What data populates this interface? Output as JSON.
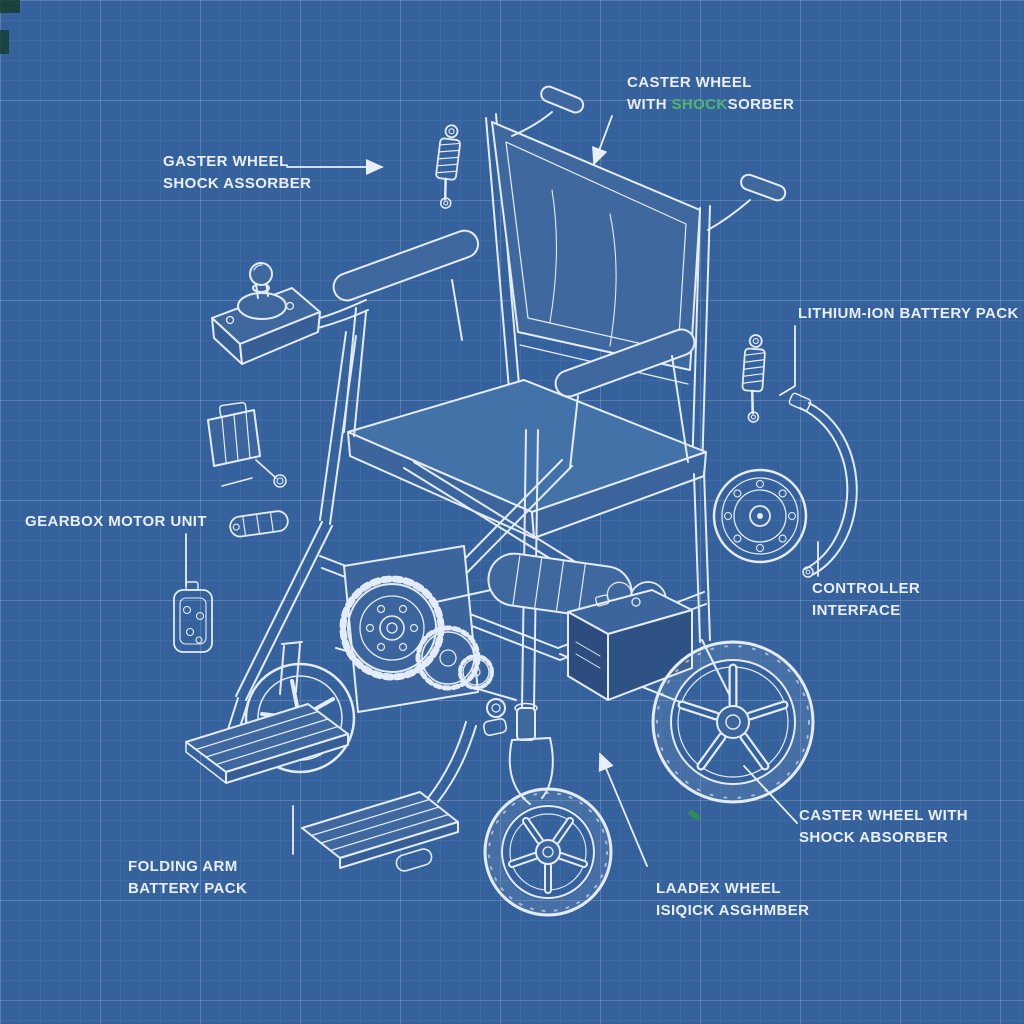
{
  "colors": {
    "background": "#35619c",
    "line": "#e3ecf8",
    "text": "#e9effa",
    "accent_green": "#53b46f",
    "panel_light": "#4372a9",
    "panel_mid": "#3f689f",
    "panel_dark": "#2c4d7d",
    "corner_mark": "#143d2b"
  },
  "labels": {
    "caster_top": {
      "line1": "CASTER WHEEL",
      "line2_pre": "WITH ",
      "line2_accent": "SHOCK",
      "line2_post": "SORBER"
    },
    "gaster_left": {
      "line1": "GASTER WHEEL",
      "line2": "SHOCK ASSORBER"
    },
    "lithium": {
      "line1": "LITHIUM-ION BATTERY PACK"
    },
    "gearbox": {
      "line1": "GEARBOX MOTOR UNIT"
    },
    "controller": {
      "line1": "CONTROLLER",
      "line2": "INTERFACE"
    },
    "caster_right": {
      "line1": "CASTER WHEEL WITH",
      "line2": "SHOCK ABSORBER"
    },
    "folding": {
      "line1": "FOLDING ARM",
      "line2": "BATTERY PACK"
    },
    "caster_bottom": {
      "line1": "LAADEX WHEEL",
      "line2": "ISIQICK ASGHMBER"
    }
  }
}
